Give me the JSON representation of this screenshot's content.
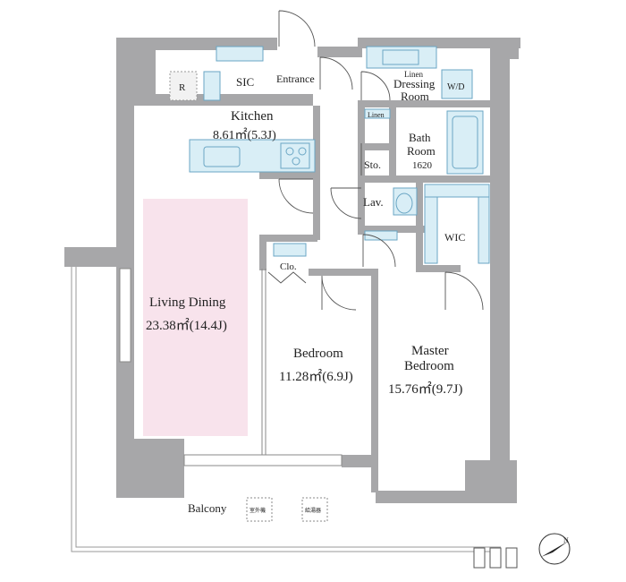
{
  "rooms": {
    "kitchen": {
      "name": "Kitchen",
      "area": "8.61㎡(5.3J)"
    },
    "living_dining": {
      "name": "Living Dining",
      "area": "23.38㎡(14.4J)"
    },
    "bedroom": {
      "name": "Bedroom",
      "area": "11.28㎡(6.9J)"
    },
    "master_bedroom": {
      "name_line1": "Master",
      "name_line2": "Bedroom",
      "area": "15.76㎡(9.7J)"
    },
    "dressing": {
      "name_line1": "Dressing",
      "name_line2": "Room"
    },
    "bath": {
      "name_line1": "Bath",
      "name_line2": "Room",
      "size": "1620"
    }
  },
  "labels": {
    "sic": "SIC",
    "entrance": "Entrance",
    "refrigerator": "R",
    "linen_top": "Linen",
    "linen_side": "Linen",
    "wd": "W/D",
    "storage": "Sto.",
    "lavatory": "Lav.",
    "wic": "WIC",
    "closet": "Clo.",
    "balcony": "Balcony",
    "outdoor_unit_1": "室外機",
    "outdoor_unit_2": "給湯器"
  },
  "compass": {
    "north": "N"
  },
  "colors": {
    "wall": "#a7a7a9",
    "living_floor": "#f8e3ec",
    "fixture_fill": "#d9eef6",
    "fixture_stroke": "#6aa6c4"
  }
}
